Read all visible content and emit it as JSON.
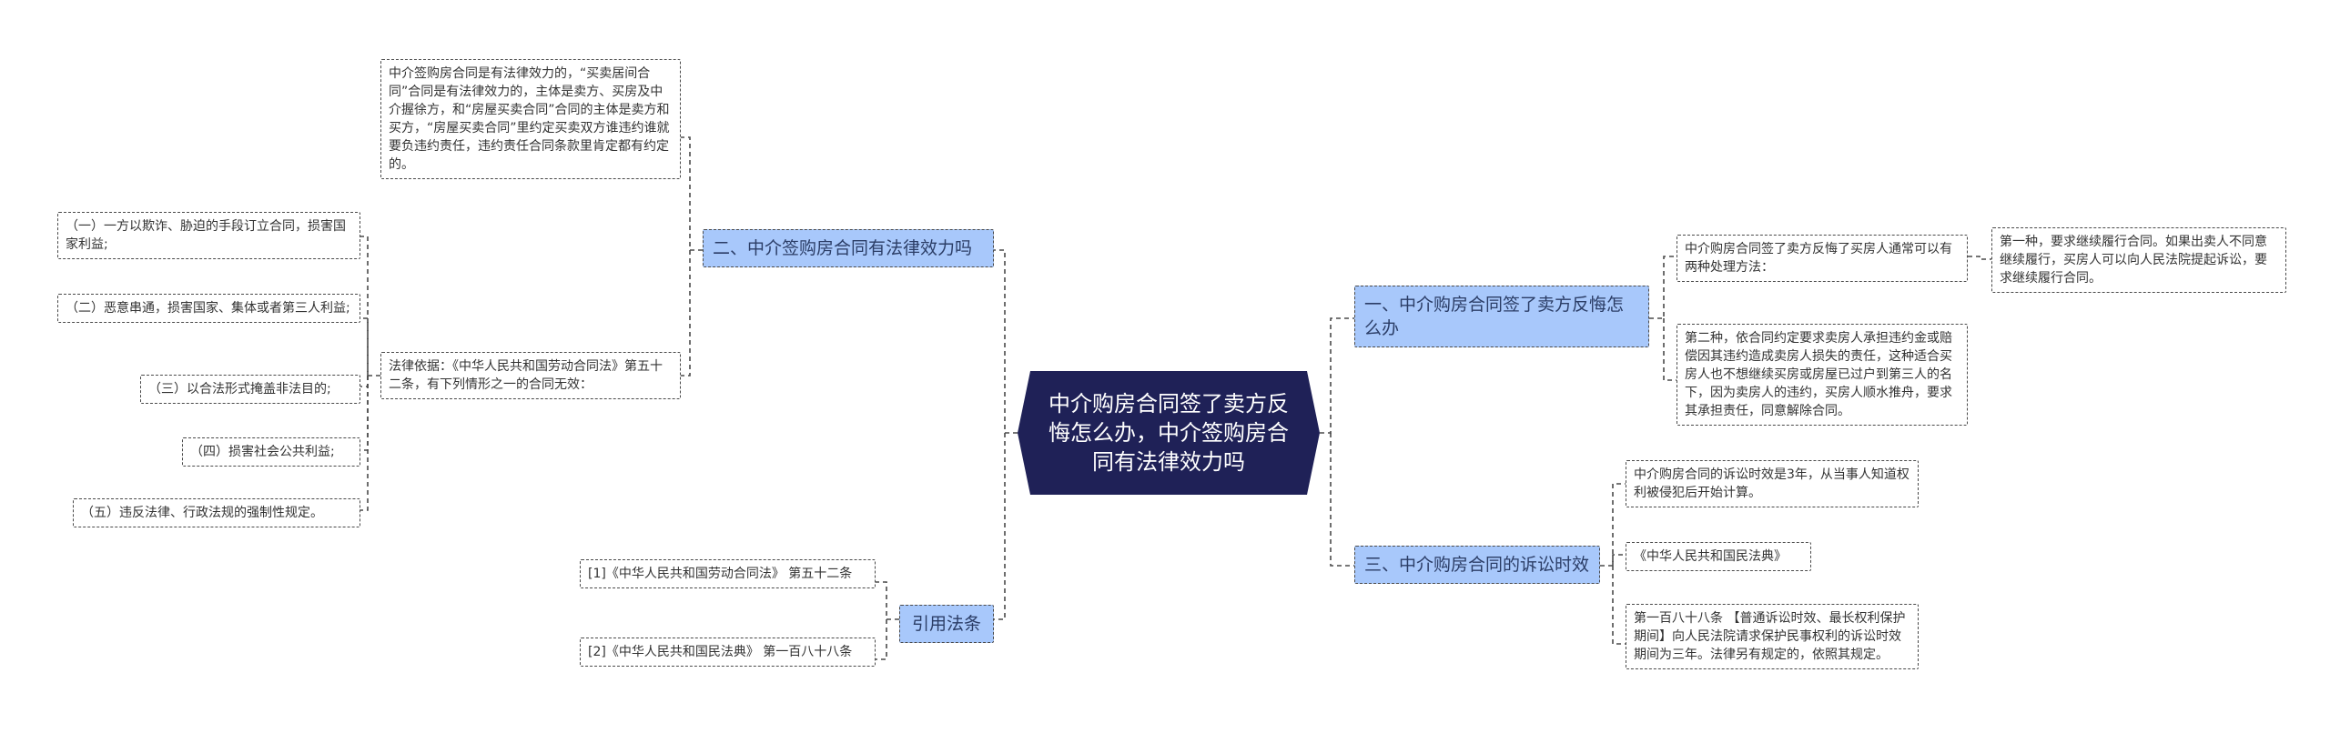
{
  "root": {
    "title": "中介购房合同签了卖方反悔怎么办，中介签购房合同有法律效力吗"
  },
  "branches": {
    "b1": "一、中介购房合同签了卖方反悔怎么办",
    "b2": "二、中介签购房合同有法律效力吗",
    "b3": "三、中介购房合同的诉讼时效",
    "b4": "引用法条"
  },
  "b1_children": {
    "ways": "中介购房合同签了卖方反悔了买房人通常可以有两种处理方法：",
    "way1": "第一种，要求继续履行合同。如果出卖人不同意继续履行，买房人可以向人民法院提起诉讼，要求继续履行合同。",
    "way2": "第二种，依合同约定要求卖房人承担违约金或赔偿因其违约造成卖房人损失的责任，这种适合买房人也不想继续买房或房屋已过户到第三人的名下，因为卖房人的违约，买房人顺水推舟，要求其承担责任，同意解除合同。"
  },
  "b2_children": {
    "validity": "中介签购房合同是有法律效力的，“买卖居间合同”合同是有法律效力的，主体是卖方、买房及中介握徐方，和“房屋买卖合同”合同的主体是卖方和买方，“房屋买卖合同”里约定买卖双方谁违约谁就要负违约责任，违约责任合同条款里肯定都有约定的。",
    "basis": "法律依据：《中华人民共和国劳动合同法》第五十二条，有下列情形之一的合同无效：",
    "items": [
      "（一）一方以欺诈、胁迫的手段订立合同，损害国家利益;",
      "（二）恶意串通，损害国家、集体或者第三人利益;",
      "（三）以合法形式掩盖非法目的;",
      "（四）损害社会公共利益;",
      "（五）违反法律、行政法规的强制性规定。"
    ]
  },
  "b3_children": {
    "period": "中介购房合同的诉讼时效是3年，从当事人知道权利被侵犯后开始计算。",
    "code": "《中华人民共和国民法典》",
    "article": "第一百八十八条 【普通诉讼时效、最长权利保护期间】向人民法院请求保护民事权利的诉讼时效期间为三年。法律另有规定的，依照其规定。"
  },
  "b4_children": {
    "ref1": "[1]《中华人民共和国劳动合同法》 第五十二条",
    "ref2": "[2]《中华人民共和国民法典》 第一百八十八条"
  }
}
